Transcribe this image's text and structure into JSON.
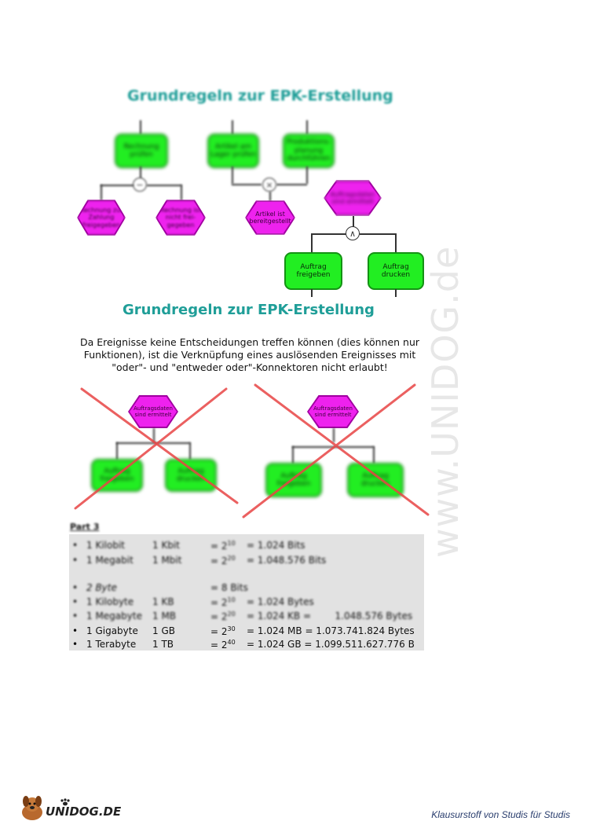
{
  "watermark": "www.UNIDOG.de",
  "diagram1": {
    "title": "Grundregeln zur EPK-Erstellung",
    "func_top_left": "Rechnung prüfen",
    "func_top_mid": "Artikel am Lager prüfen",
    "func_top_right": "Produktions-planung durchführen",
    "ev_left1": "Rechnung zur Zahlung freigegeben",
    "ev_left2": "Rechnung ist nicht frei-gegeben",
    "ev_mid": "Artikel ist bereitgestellt",
    "ev_right": "Auftragsdaten sind ermittelt",
    "func_bottom_left": "Auftrag freigeben",
    "func_bottom_right": "Auftrag drucken",
    "xor_symbol": "XOR",
    "and_symbol": "∧"
  },
  "diagram2": {
    "title": "Grundregeln zur EPK-Erstellung",
    "description": "Da Ereignisse keine Entscheidungen treffen können (dies können nur Funktionen), ist die Verknüpfung eines auslösenden Ereignisses mit \"oder\"- und \"entweder oder\"-Konnektoren nicht erlaubt!",
    "left_event": "Auftragsdaten sind ermittelt",
    "right_event": "Auftragsdaten sind ermittelt",
    "left_func1": "Auftrag freigeben",
    "left_func2": "Auftrag drucken",
    "right_func1": "Auftrag freigeben",
    "right_func2": "Auftrag drucken"
  },
  "part3": {
    "heading": "Part 3",
    "rows": [
      {
        "name": "1 Kilobit",
        "abbr": "1 Kbit",
        "eq": "= 2",
        "exp": "10",
        "rest": "= 1.024 Bits"
      },
      {
        "name": "1 Megabit",
        "abbr": "1 Mbit",
        "eq": "= 2",
        "exp": "20",
        "rest": "= 1.048.576 Bits"
      },
      {
        "name": "2 Byte",
        "abbr": "",
        "eq": "= 8 Bits",
        "exp": "",
        "rest": ""
      },
      {
        "name": "1 Kilobyte",
        "abbr": "1 KB",
        "eq": "= 2",
        "exp": "10",
        "rest": "= 1.024 Bytes"
      },
      {
        "name": "1 Megabyte",
        "abbr": "1 MB",
        "eq": "= 2",
        "exp": "20",
        "rest": "= 1.024 KB =        1.048.576 Bytes"
      },
      {
        "name": "1 Gigabyte",
        "abbr": "1 GB",
        "eq": "= 2",
        "exp": "30",
        "rest": "= 1.024 MB = 1.073.741.824 Bytes"
      },
      {
        "name": "1 Terabyte",
        "abbr": "1 TB",
        "eq": "= 2",
        "exp": "40",
        "rest": "= 1.024 GB = 1.099.511.627.776 B"
      }
    ]
  },
  "footer": {
    "logo": "UNIDOG.DE",
    "tagline": "Klausurstoff von Studis für Studis"
  }
}
